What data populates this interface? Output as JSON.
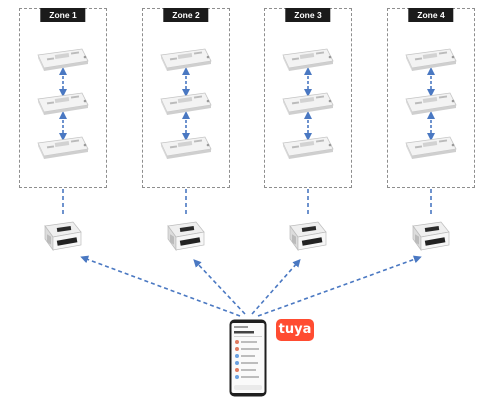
{
  "zones": [
    {
      "label": "Zone 1",
      "drivers": 3
    },
    {
      "label": "Zone 2",
      "drivers": 3
    },
    {
      "label": "Zone 3",
      "drivers": 3
    },
    {
      "label": "Zone 4",
      "drivers": 3
    }
  ],
  "logo": {
    "text": "tuya",
    "color": "#ff4c31"
  },
  "colors": {
    "link": "#4a78c2",
    "frame": "#8e8e8e",
    "tab": "#1b1b1b",
    "device": "#f3f3f3"
  },
  "icons": [
    "led-driver-icon",
    "wifi-controller-icon",
    "smartphone-icon",
    "tuya-logo-icon"
  ]
}
